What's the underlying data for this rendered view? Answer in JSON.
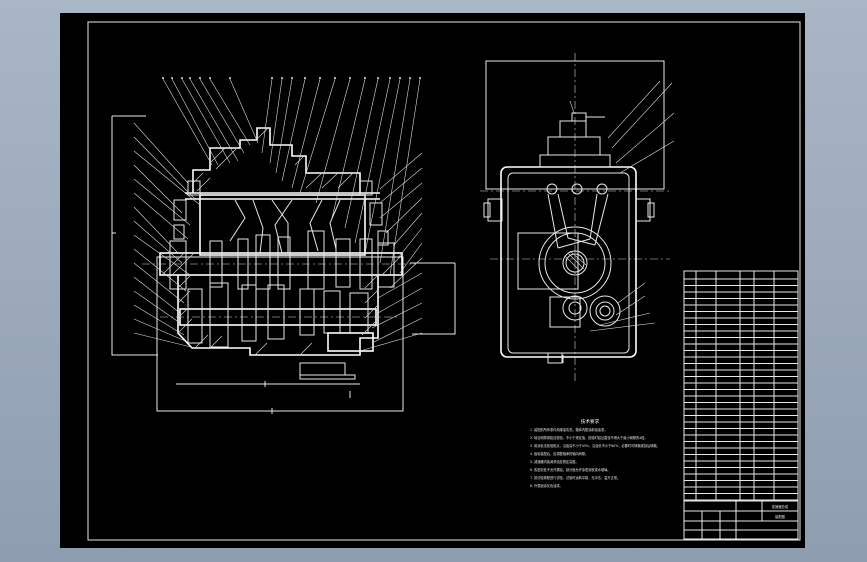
{
  "drawing": {
    "background": "#000000",
    "line_color": "#e8e8e8",
    "outer_bezel": "#9aa8b8",
    "views": [
      {
        "name": "front-section",
        "description_visible": false
      },
      {
        "name": "side-section",
        "description_visible": false
      }
    ],
    "technical_requirements": {
      "heading": "技术要求",
      "lines": [
        "1. 装配前所有零件用煤油清洗，箱体内壁涂耐油油漆。",
        "2. 啮合侧隙用铅丝检验，不小于规定值，检验时铅丝直径不得大于最小侧隙的4倍。",
        "3. 用涂色法检验斑点，沿齿高不小于45%，沿齿长不小于60%，必要时可研磨或刮后研磨。",
        "4. 齿轮装配后，应调整轴承的轴向间隙。",
        "5. 减速器内装润滑油至规定高度。",
        "6. 各密封处不允许漏油，剖分面允许涂密封胶或水玻璃。",
        "7. 按试验规程进行试验，试验时运转平稳、无冲击，温升正常。",
        "8. 外表面涂灰色油漆。"
      ]
    },
    "title_block": {
      "name": "变速器总成",
      "code": "装配图"
    }
  }
}
